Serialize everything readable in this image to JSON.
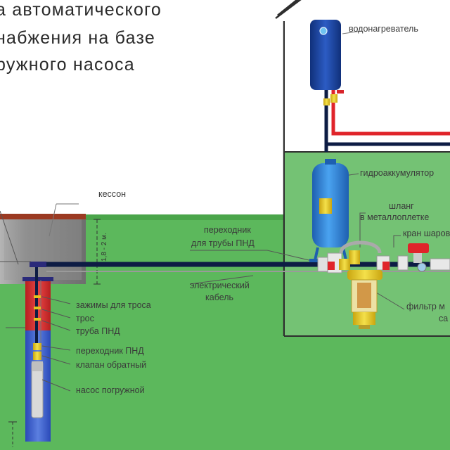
{
  "title": {
    "line1": "а автоматического",
    "line2": "набжения на базе",
    "line3": "ружного насоса"
  },
  "labels": {
    "water_heater": "водонагреватель",
    "accumulator": "гидроаккумулятор",
    "caisson": "кессон",
    "hose_line1": "шланг",
    "hose_line2": "в металлоплетке",
    "ball_valve": "кран шаров",
    "adapter_pnd_line1": "переходник",
    "adapter_pnd_line2": "для трубы ПНД",
    "cable_line1": "электрический",
    "cable_line2": "кабель",
    "filter_line1": "фильтр м",
    "filter_line2": "са",
    "cable_clamps": "зажимы для троса",
    "rope": "трос",
    "pnd_pipe": "труба ПНД",
    "adapter_pnd": "переходник ПНД",
    "check_valve": "клапан обратный",
    "submersible_pump": "насос погружной",
    "depth": "1,8 - 2 м."
  },
  "colors": {
    "ground": "#5cb85c",
    "house_fill": "#ffffff",
    "room_fill": "#74c274",
    "caisson": "#8e8e8e",
    "roof": "#9b3a22",
    "pipe": "#0d1c44",
    "hot_pipe": "#e0242a",
    "tank": "#2f86d8",
    "brass": "#e3c41c"
  }
}
